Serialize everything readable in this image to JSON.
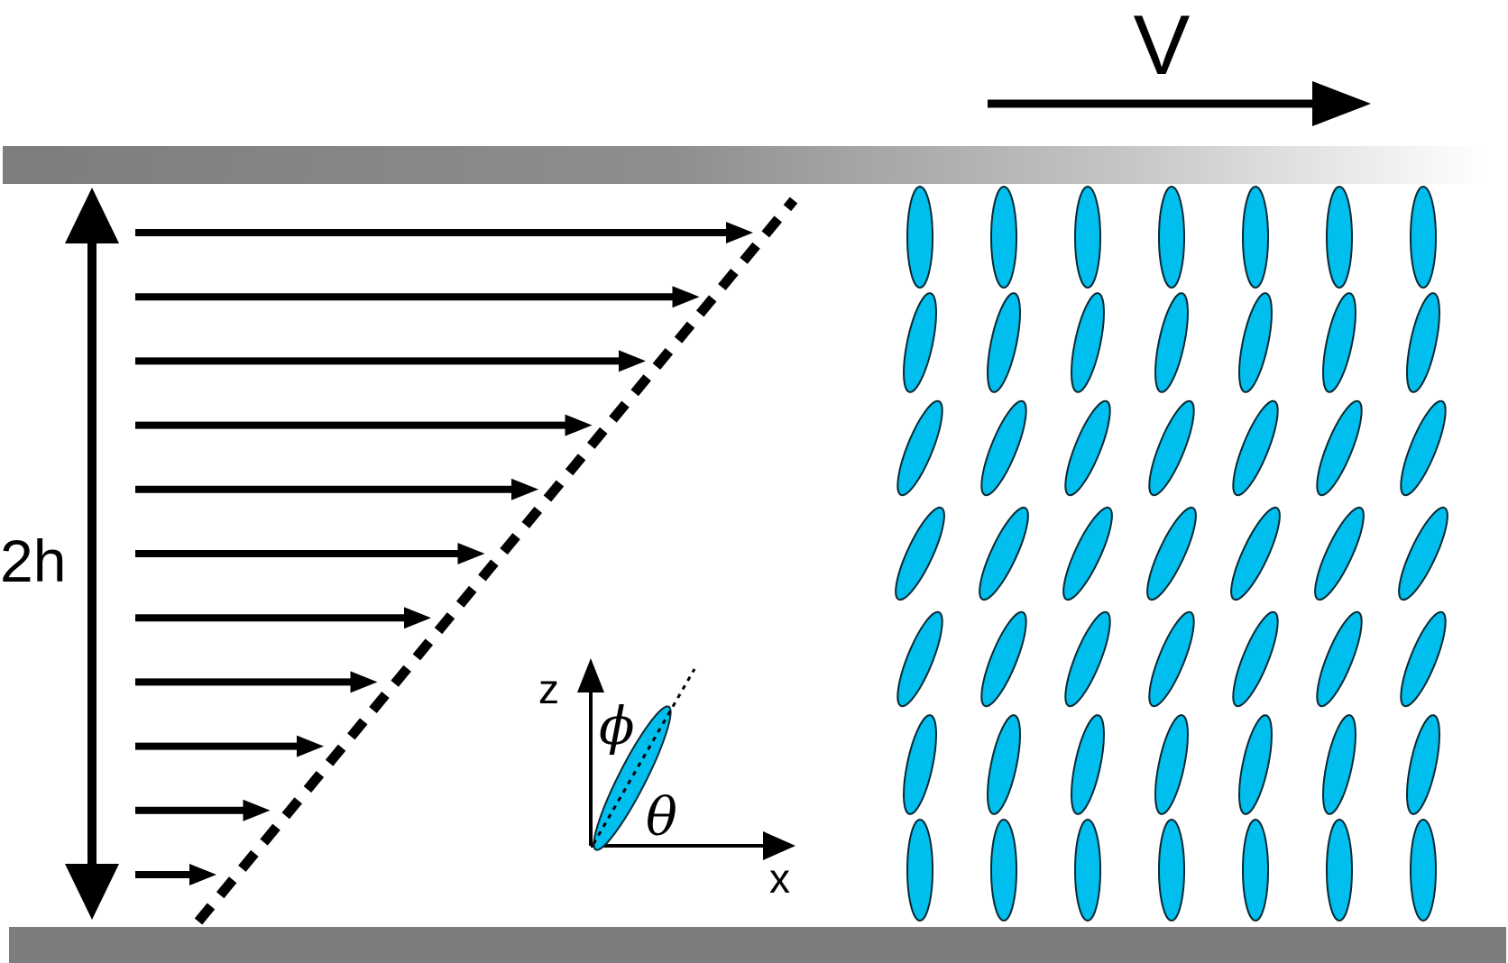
{
  "labels": {
    "velocity": "V",
    "gap": "2h",
    "z_axis": "z",
    "x_axis": "x",
    "phi": "ϕ",
    "theta": "θ"
  },
  "colors": {
    "particle_fill": "#00BFEF",
    "particle_stroke": "#0a2a33",
    "wall_dark": "#7d7d7d",
    "wall_light": "#ffffff",
    "ink": "#000000"
  },
  "velocity_profile": {
    "arrow_count": 11,
    "shape": "linear"
  },
  "particle_array": {
    "columns": 7,
    "rows": 7,
    "tilt_from_vertical_deg": [
      0,
      12,
      22,
      25,
      22,
      12,
      0
    ]
  }
}
